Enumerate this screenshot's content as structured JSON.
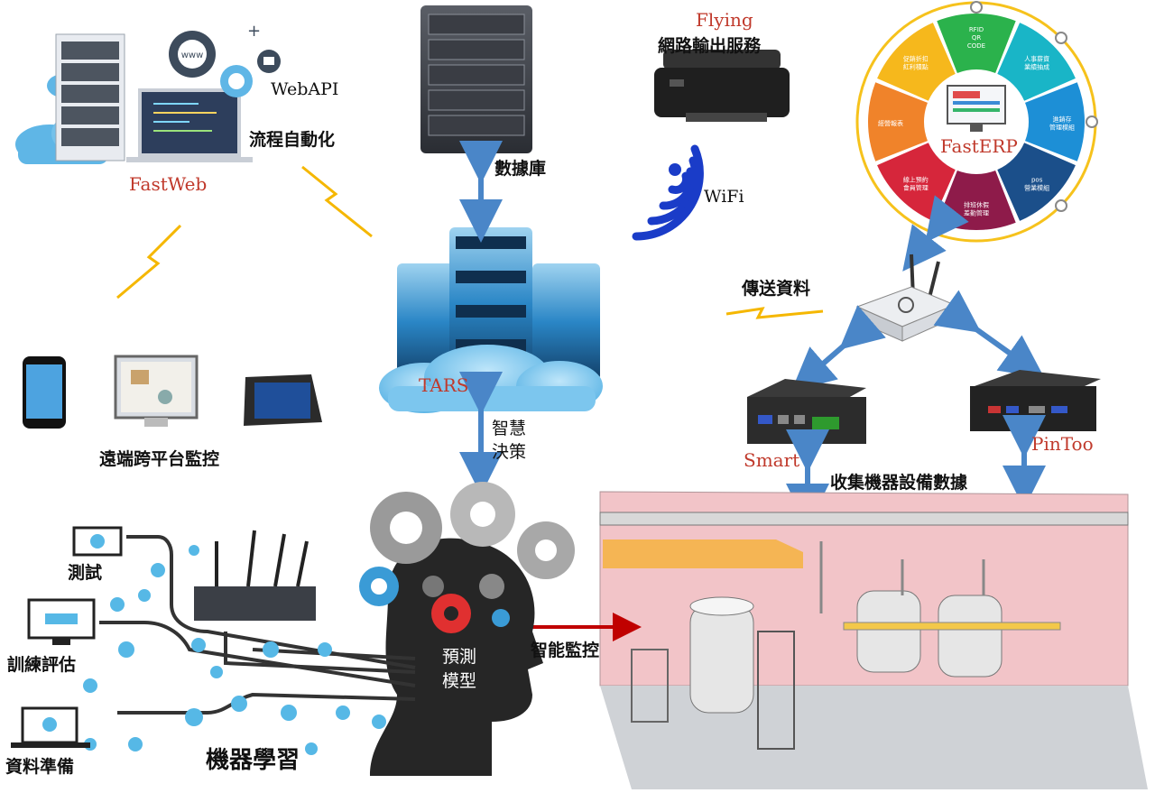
{
  "labels": {
    "fastweb": "FastWeb",
    "webapi": "WebAPI",
    "process_automation": "流程自動化",
    "database": "數據庫",
    "flying": "Flying",
    "network_output": "網路輸出服務",
    "wifi": "WiFi",
    "fasterp": "FastERP",
    "send_data": "傳送資料",
    "tars": "TARS",
    "smart_decision_1": "智慧",
    "smart_decision_2": "決策",
    "remote_monitor": "遠端跨平台監控",
    "smart": "Smart",
    "pintoo": "PinToo",
    "collect_data": "收集機器設備數據",
    "testing": "測試",
    "training_eval": "訓練評估",
    "data_prep": "資料準備",
    "machine_learning": "機器學習",
    "prediction_model_1": "預測",
    "prediction_model_2": "模型",
    "smart_monitoring": "智能監控",
    "www": "www"
  },
  "erp_wheel": [
    {
      "label": "RFID QR CODE",
      "color": "#2bb24c"
    },
    {
      "label": "人事薪資 業績抽成",
      "color": "#19b5c7"
    },
    {
      "label": "進銷存 管理模組",
      "color": "#1d8fd6"
    },
    {
      "label": "pos 營業模組",
      "color": "#1b4f8a"
    },
    {
      "label": "排班休假 差勤管理",
      "color": "#8e1b4a"
    },
    {
      "label": "線上預約 會員管理",
      "color": "#d6263b"
    },
    {
      "label": "經營報表",
      "color": "#f0832a"
    },
    {
      "label": "促銷折扣 紅利積點",
      "color": "#f6b81c"
    }
  ],
  "icons": [
    "cloud-icon",
    "server-rack-icon",
    "gear-icon",
    "monitor-icon",
    "printer-icon",
    "wifi-icon",
    "router-icon",
    "mini-pc-icon",
    "smartphone-icon",
    "tablet-icon",
    "head-gears-icon",
    "factory-equipment-icon",
    "laptop-icon",
    "lightning-icon"
  ],
  "colors": {
    "accent_red": "#c0392b",
    "arrow_blue": "#4a86c8",
    "wall_pink": "#f2c4c8",
    "lightning": "#f5b700"
  }
}
